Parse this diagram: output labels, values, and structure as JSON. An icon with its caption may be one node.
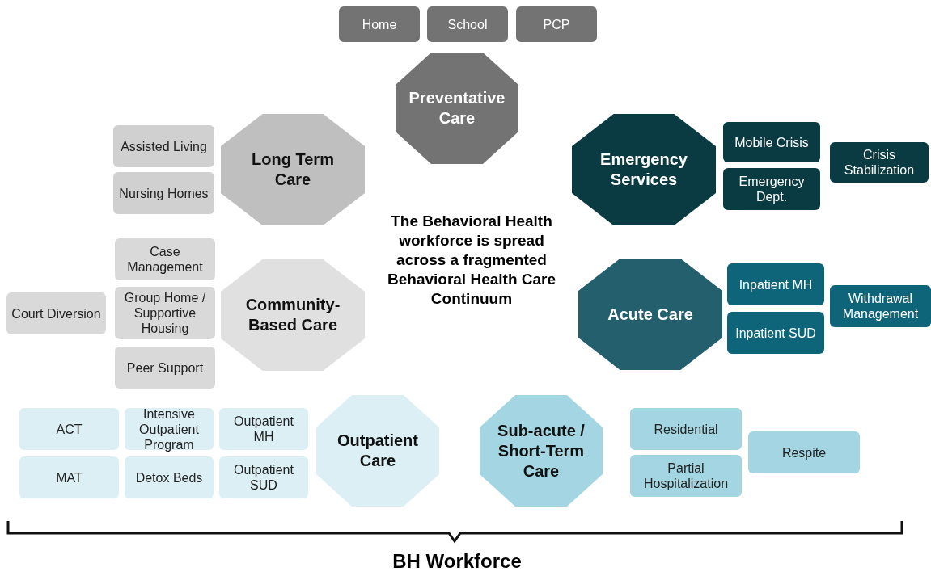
{
  "diagram": {
    "nodes": [
      {
        "text": [
          "Home"
        ]
      },
      {
        "text": [
          "School"
        ]
      },
      {
        "text": [
          "PCP"
        ]
      },
      {
        "text": [
          "Preventative Care"
        ]
      },
      {
        "text": [
          "Assisted Living"
        ]
      },
      {
        "text": [
          "Nursing Homes"
        ]
      },
      {
        "text": [
          "Long Term Care"
        ]
      },
      {
        "text": [
          "Emergency Services"
        ]
      },
      {
        "text": [
          "Mobile Crisis"
        ]
      },
      {
        "text": [
          "Emergency Dept."
        ]
      },
      {
        "text": [
          "Crisis Stabilization"
        ]
      },
      {
        "text": [
          "Case Management"
        ]
      },
      {
        "text": [
          "Group Home / Supportive Housing"
        ]
      },
      {
        "text": [
          "Court Diversion"
        ]
      },
      {
        "text": [
          "Peer Support"
        ]
      },
      {
        "text": [
          "Community-Based Care"
        ]
      },
      {
        "text": [
          "Acute Care"
        ]
      },
      {
        "text": [
          "Inpatient MH"
        ]
      },
      {
        "text": [
          "Inpatient SUD"
        ]
      },
      {
        "text": [
          "Withdrawal Management"
        ]
      },
      {
        "text": [
          "ACT"
        ]
      },
      {
        "text": [
          "Intensive Outpatient Program"
        ]
      },
      {
        "text": [
          "Outpatient MH"
        ]
      },
      {
        "text": [
          "MAT"
        ]
      },
      {
        "text": [
          "Detox Beds"
        ]
      },
      {
        "text": [
          "Outpatient SUD"
        ]
      },
      {
        "text": [
          "Outpatient Care"
        ]
      },
      {
        "text": [
          "Sub-acute / Short-Term Care"
        ]
      },
      {
        "text": [
          "Residential"
        ]
      },
      {
        "text": [
          "Partial Hospitalization"
        ]
      },
      {
        "text": [
          "Respite"
        ]
      }
    ],
    "edges": [],
    "labels": [
      "The Behavioral Health workforce is spread across a fragmented Behavioral Health Care Continuum",
      "BH Workforce"
    ]
  }
}
